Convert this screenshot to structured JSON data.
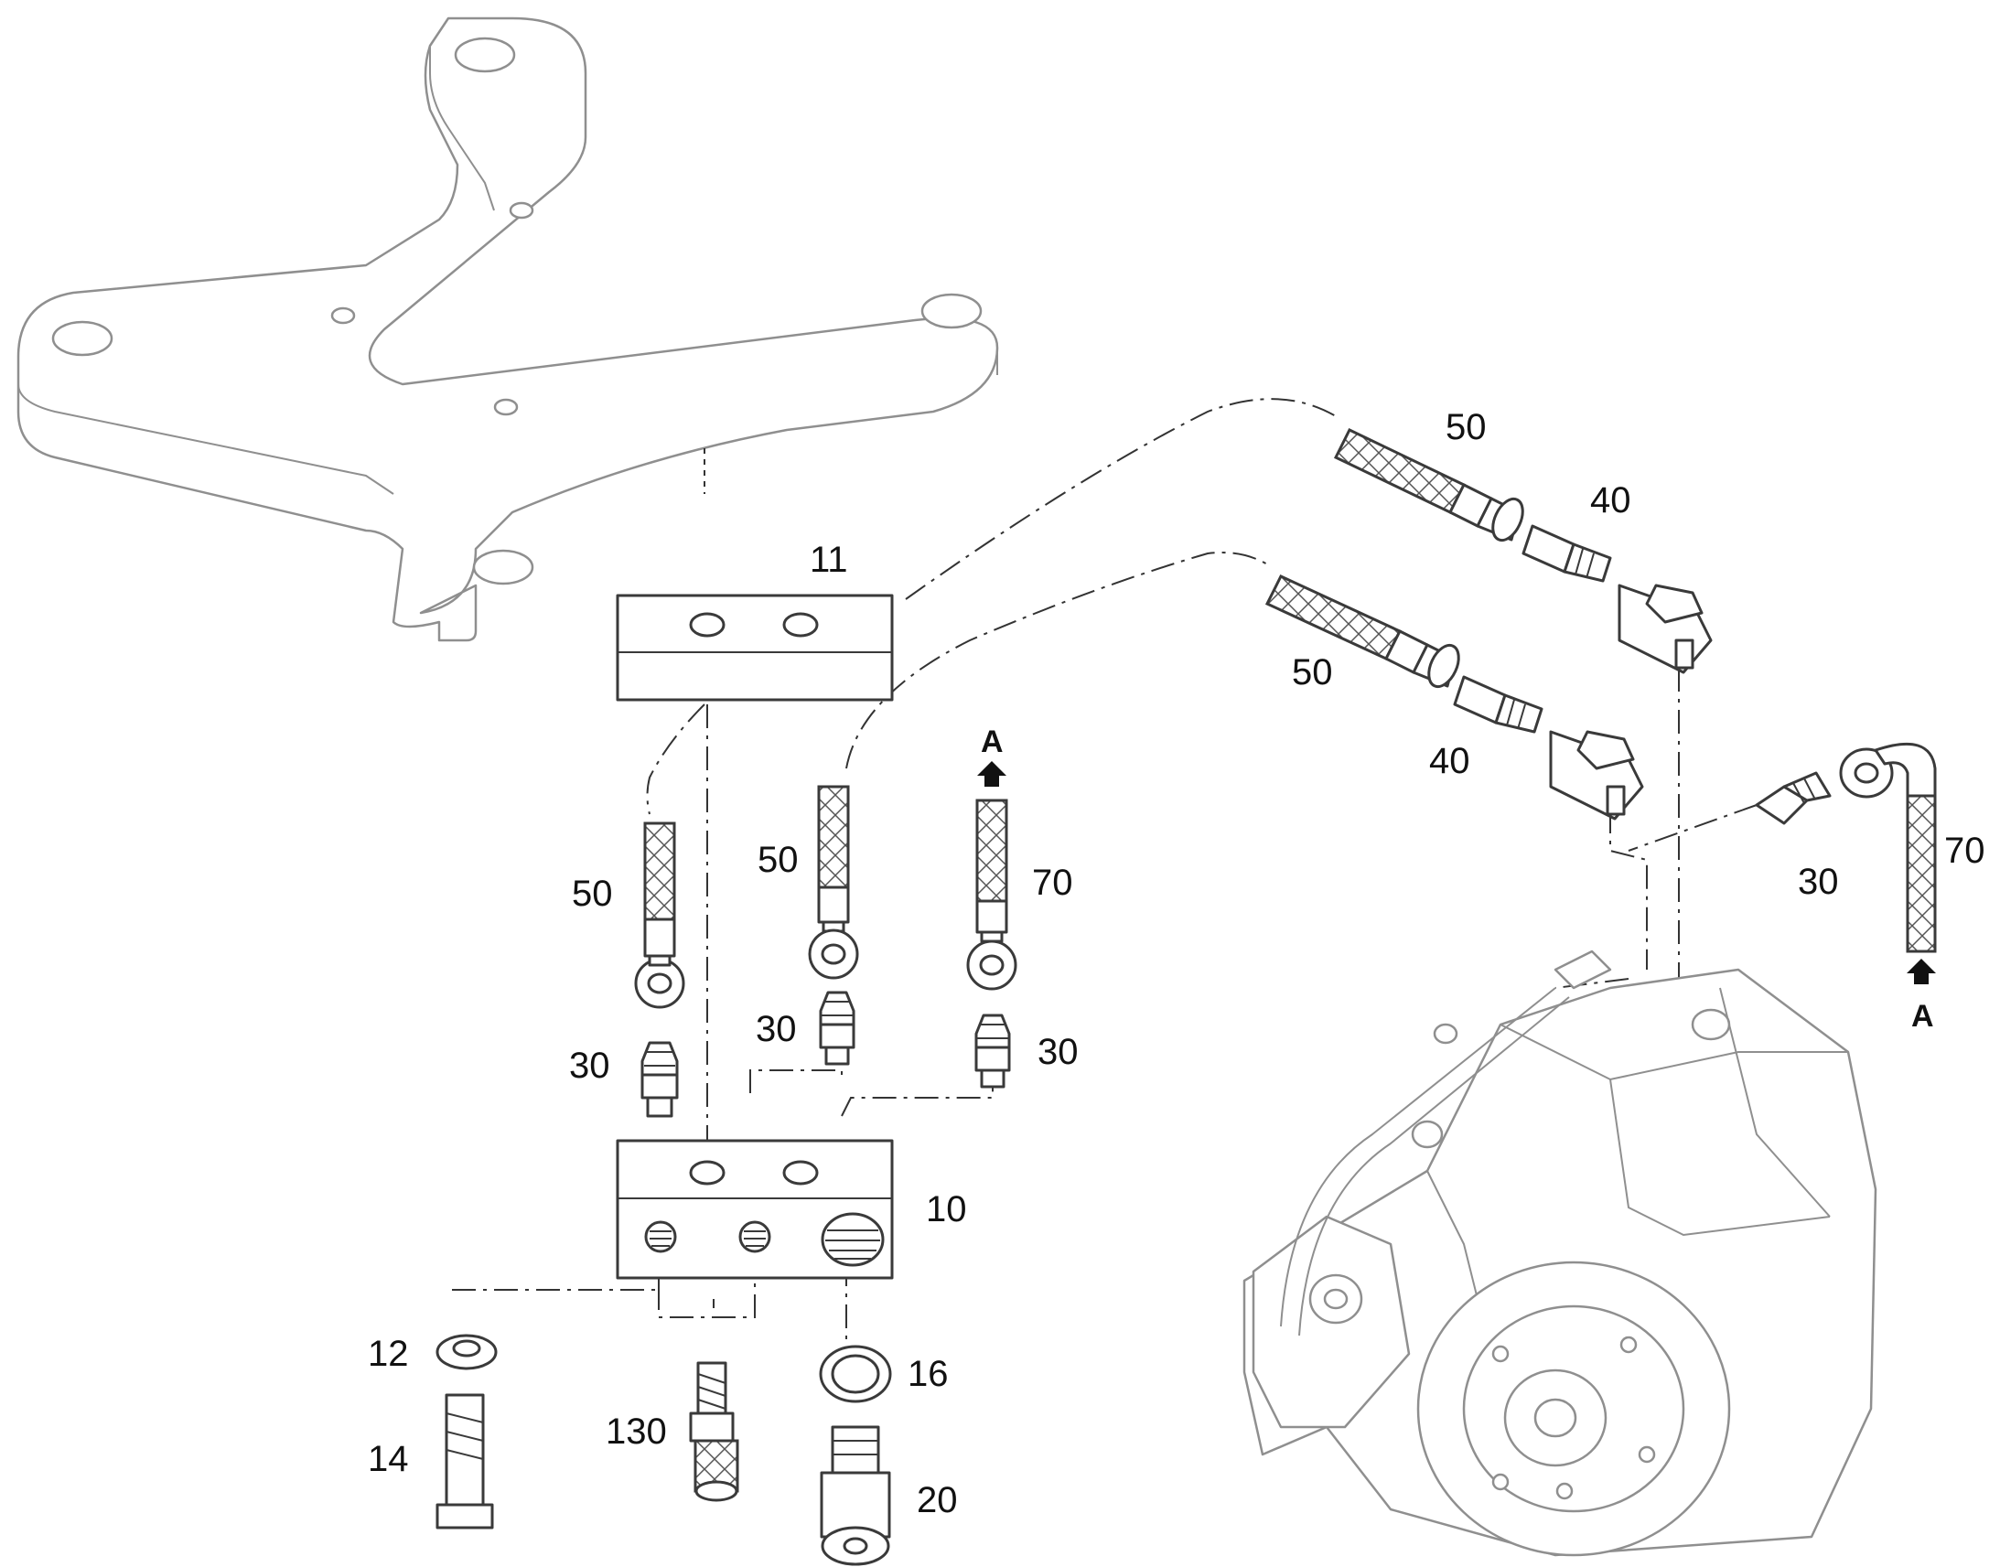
{
  "callouts": {
    "c10": "10",
    "c11": "11",
    "c12": "12",
    "c14": "14",
    "c16": "16",
    "c20": "20",
    "c30_left": "30",
    "c30_mid": "30",
    "c30_right": "30",
    "c30_far": "30",
    "c40_upper": "40",
    "c40_lower": "40",
    "c50_left": "50",
    "c50_mid": "50",
    "c50_upper": "50",
    "c50_lower": "50",
    "c70_mid": "70",
    "c70_far": "70",
    "c130": "130"
  },
  "reference_marks": {
    "a_top": "A",
    "a_bottom": "A"
  }
}
